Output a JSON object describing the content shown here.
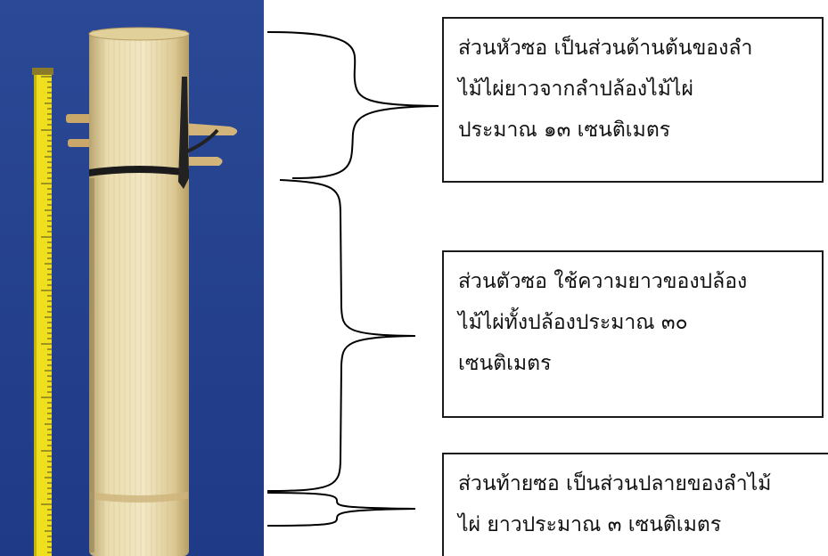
{
  "labels": {
    "head": {
      "lines": [
        "ส่วนหัวซอ เป็นส่วนด้านต้นของลำ",
        "ไม้ไผ่ยาวจากลำปล้องไม้ไผ่",
        "ประมาณ ๑๓ เซนติเมตร"
      ]
    },
    "body": {
      "lines": [
        "ส่วนตัวซอ ใช้ความยาวของปล้อง",
        "ไม้ไผ่ทั้งปล้องประมาณ ๓๐",
        "เซนติเมตร"
      ]
    },
    "tail": {
      "lines": [
        "ส่วนท้ายซอ เป็นส่วนปลายของลำไม้",
        "ไผ่ ยาวประมาณ ๓ เซนติเมตร"
      ]
    }
  },
  "colors": {
    "photo_background": "#26428c",
    "bamboo": "#e8d9a8",
    "tape_measure": "#f2e21a",
    "strap": "#1b1b1b"
  }
}
